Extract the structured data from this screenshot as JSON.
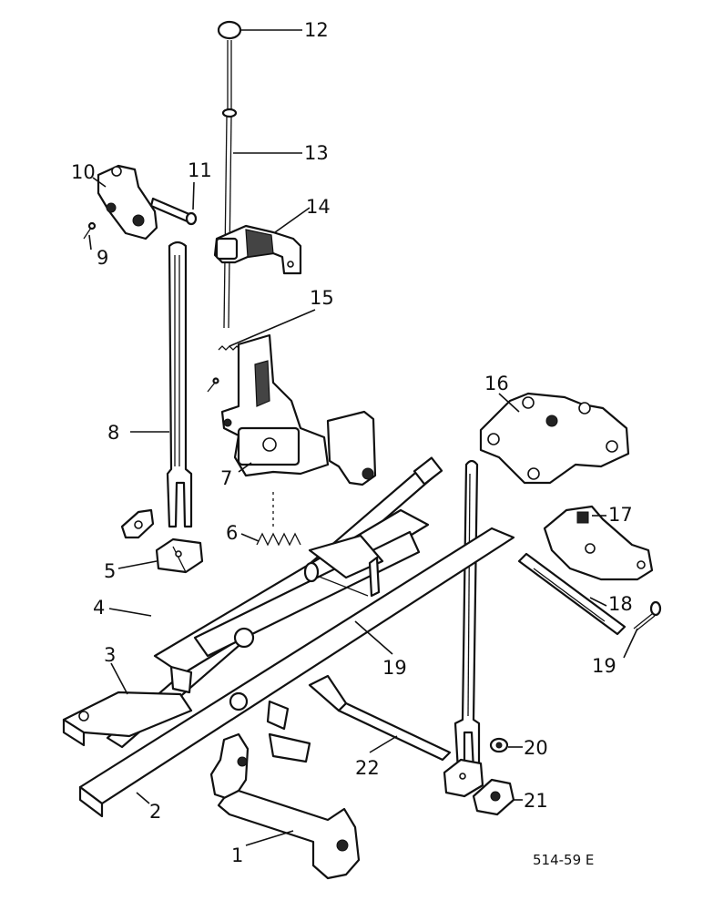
{
  "callouts": [
    "1",
    "2",
    "3",
    "4",
    "5",
    "6",
    "7",
    "8",
    "9",
    "10",
    "11",
    "12",
    "13",
    "14",
    "15",
    "16",
    "17",
    "18",
    "19",
    "19",
    "20",
    "21",
    "22"
  ],
  "figure_code": "514-59 E"
}
